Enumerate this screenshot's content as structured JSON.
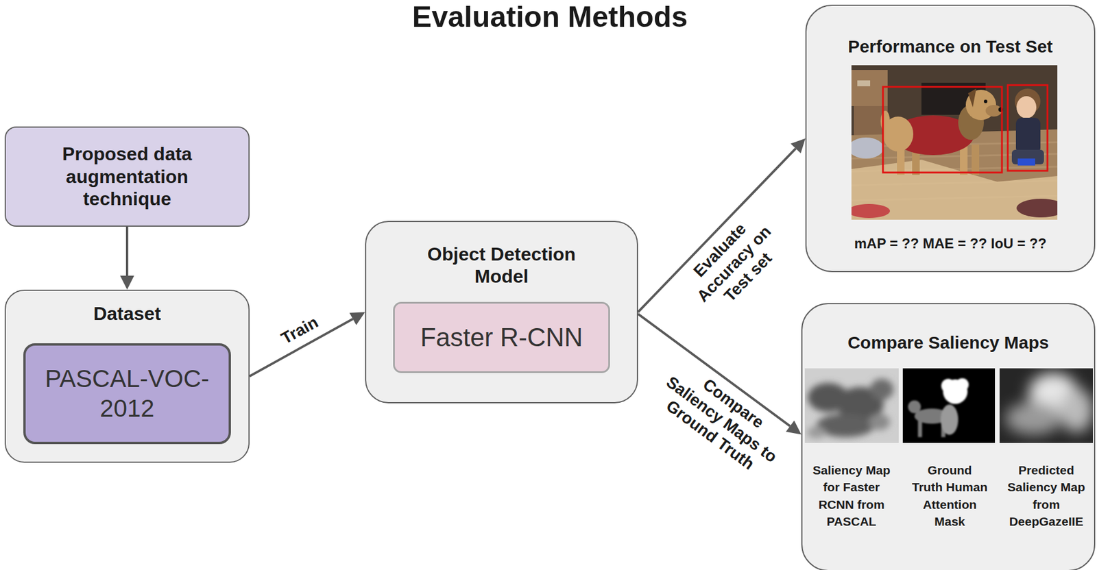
{
  "diagram": {
    "title": "Evaluation Methods",
    "nodes": [
      {
        "text": [
          "Proposed data augmentation technique"
        ]
      },
      {
        "text": [
          "Dataset"
        ]
      },
      {
        "text": [
          "PASCAL-VOC-2012"
        ],
        "in": 1
      },
      {
        "text": [
          "Object Detection Model"
        ]
      },
      {
        "text": [
          "Faster R-CNN"
        ],
        "in": 3
      },
      {
        "text": [
          "Performance on Test Set",
          "mAP = ?? MAE = ?? IoU = ??"
        ]
      },
      {
        "text": [
          "Compare Saliency Maps",
          "Saliency Map for Faster RCNN from PASCAL",
          "Ground Truth Human Attention Mask",
          "Predicted Saliency Map from DeepGazeIIE"
        ]
      }
    ],
    "edges": [
      {
        "from": 0,
        "to": 1,
        "arrow": "to"
      },
      {
        "from": 1,
        "to": 3,
        "label": "Train",
        "arrow": "to"
      },
      {
        "from": 3,
        "to": 5,
        "label": "Evaluate Accuracy on Test set",
        "arrow": "to"
      },
      {
        "from": 3,
        "to": 6,
        "label": "Compare Saliency Maps to Ground Truth",
        "arrow": "to"
      }
    ]
  }
}
